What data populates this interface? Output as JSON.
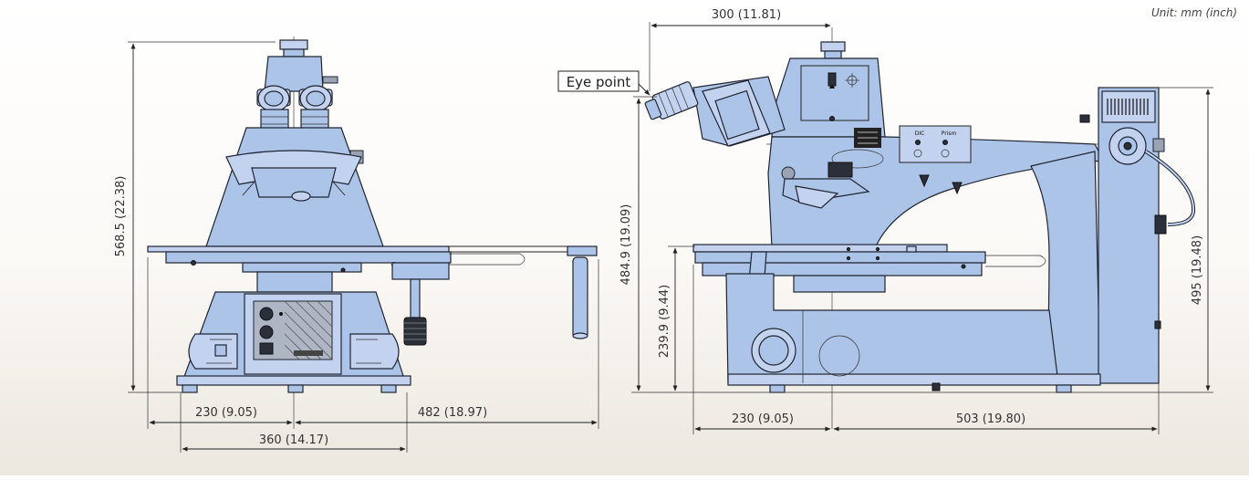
{
  "unit_label": "Unit: mm (inch)",
  "eye_point_label": "Eye point",
  "front_view": {
    "height_total": "568.5 (22.38)",
    "width_left": "230 (9.05)",
    "width_right": "482 (18.97)",
    "width_base": "360 (14.17)"
  },
  "side_view": {
    "top_offset": "300 (11.81)",
    "eye_point_height": "484.9 (19.09)",
    "stage_height": "239.9 (9.44)",
    "height_total": "495 (19.48)",
    "depth_front": "230 (9.05)",
    "depth_rear": "503 (19.80)"
  },
  "colors": {
    "body": "#adc4e9",
    "body_light": "#c3d3ef",
    "outline": "#1f2430",
    "dark_parts": "#2a2f3a"
  }
}
